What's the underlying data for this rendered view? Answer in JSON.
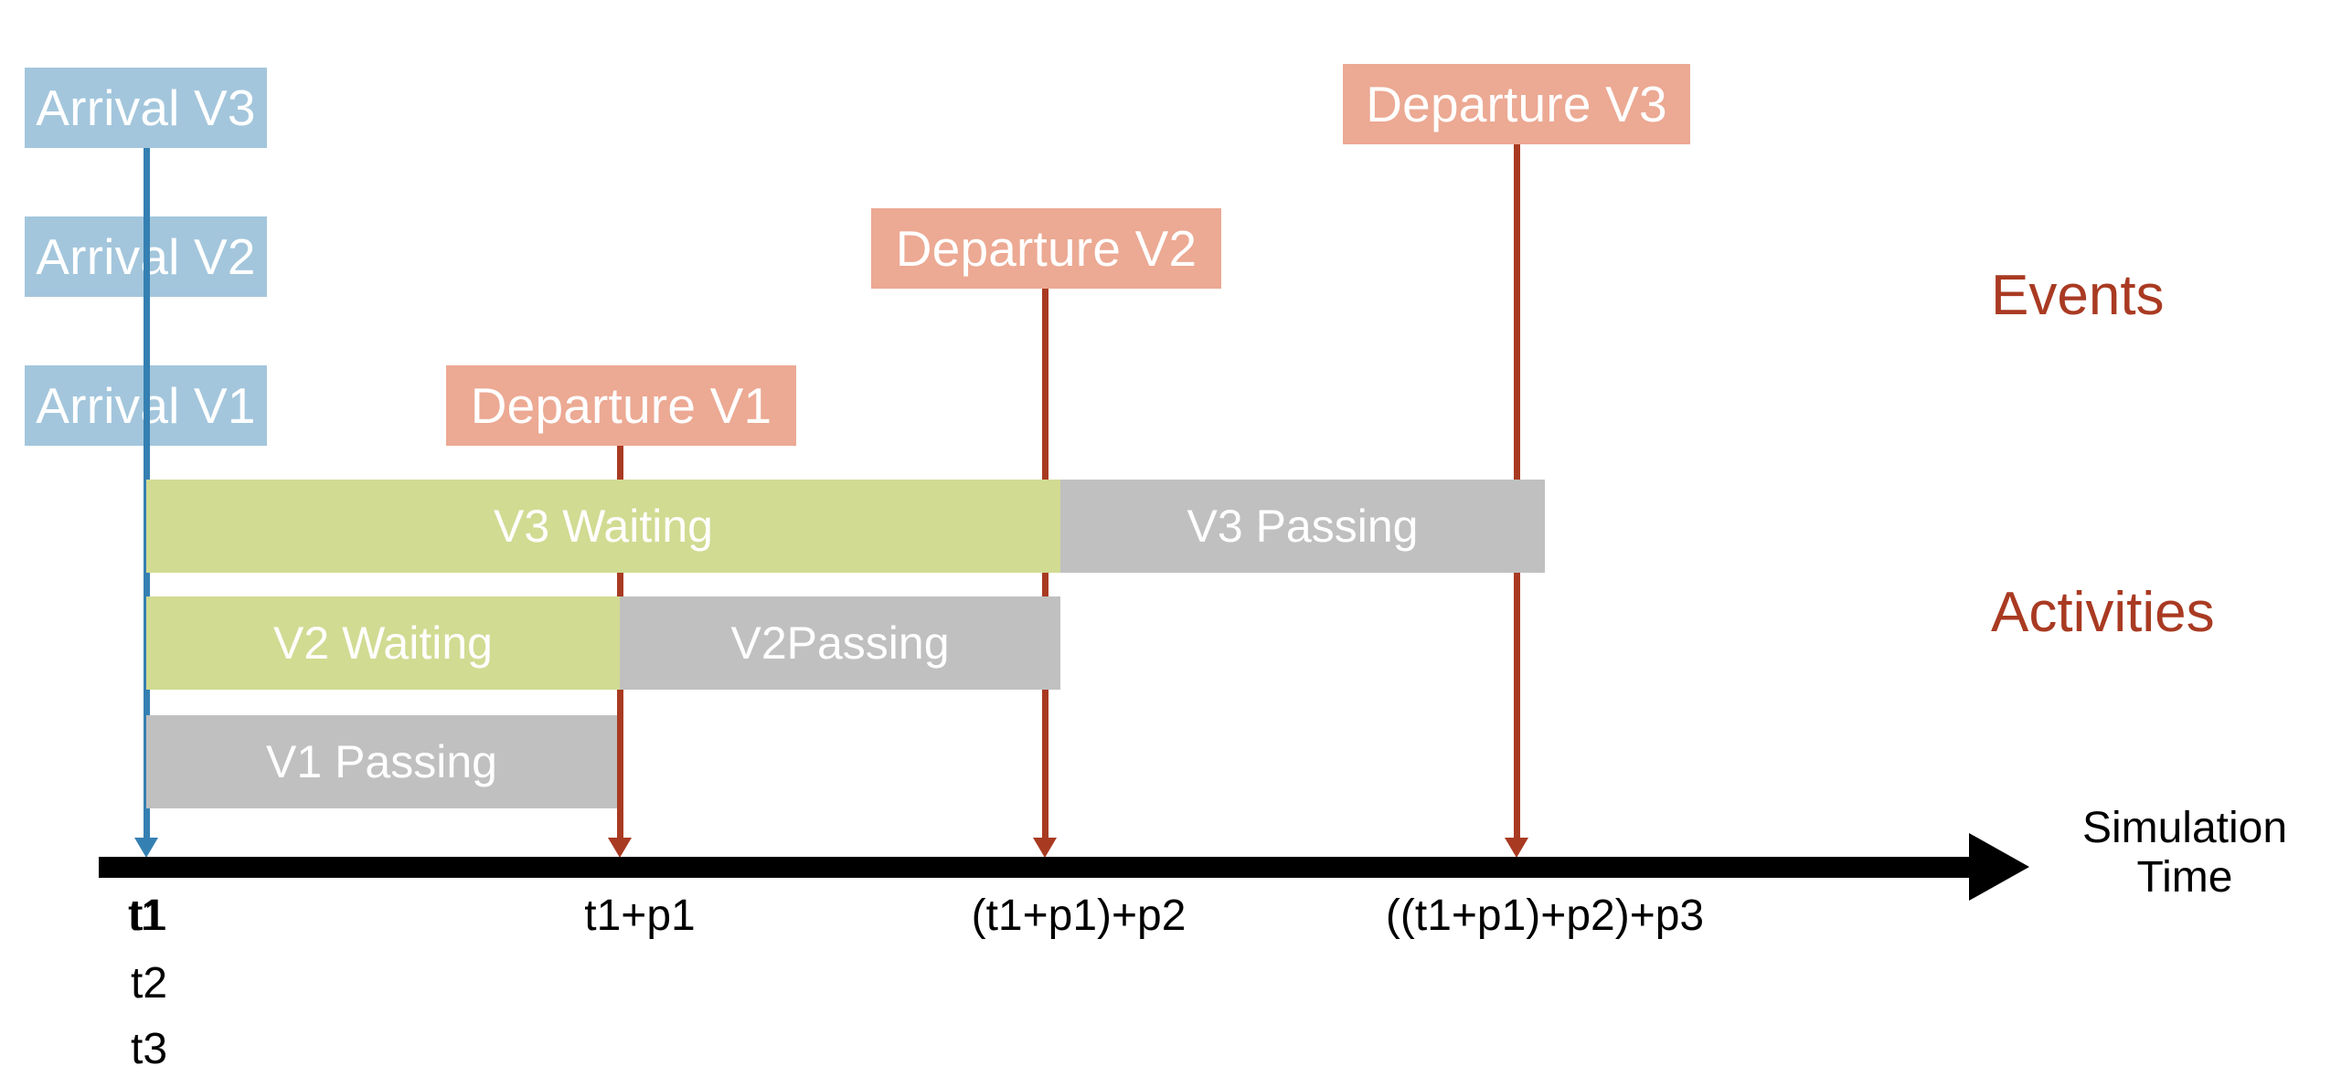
{
  "diagram": {
    "title_captions": {
      "events": "Events",
      "activities": "Activities"
    },
    "axis": {
      "label_line1": "Simulation",
      "label_line2": "Time",
      "tick_labels": [
        "t1",
        "t1+p1",
        "(t1+p1)+p2",
        "((t1+p1)+p2)+p3"
      ],
      "origin_times": [
        "t1",
        "t2",
        "t3"
      ]
    },
    "events": [
      {
        "label": "Arrival V3",
        "kind": "arrival",
        "time_index": 0
      },
      {
        "label": "Arrival V2",
        "kind": "arrival",
        "time_index": 0
      },
      {
        "label": "Arrival V1",
        "kind": "arrival",
        "time_index": 0
      },
      {
        "label": "Departure V1",
        "kind": "departure",
        "time_index": 1
      },
      {
        "label": "Departure V2",
        "kind": "departure",
        "time_index": 2
      },
      {
        "label": "Departure V3",
        "kind": "departure",
        "time_index": 3
      }
    ],
    "activities": [
      {
        "label": "V3 Waiting",
        "kind": "waiting"
      },
      {
        "label": "V3 Passing",
        "kind": "passing"
      },
      {
        "label": "V2 Waiting",
        "kind": "waiting"
      },
      {
        "label": "V2Passing",
        "kind": "passing"
      },
      {
        "label": "V1 Passing",
        "kind": "passing"
      }
    ],
    "colors": {
      "arrival_box": "#A3C6DC",
      "arrival_line": "#3580B2",
      "departure_box": "#ECA993",
      "departure_line": "#A93A22",
      "waiting_bar": "#D1DB92",
      "passing_bar": "#C0C0C0",
      "axis": "#000000",
      "caption": "#A93A22",
      "box_text": "#FFFFFF"
    }
  }
}
